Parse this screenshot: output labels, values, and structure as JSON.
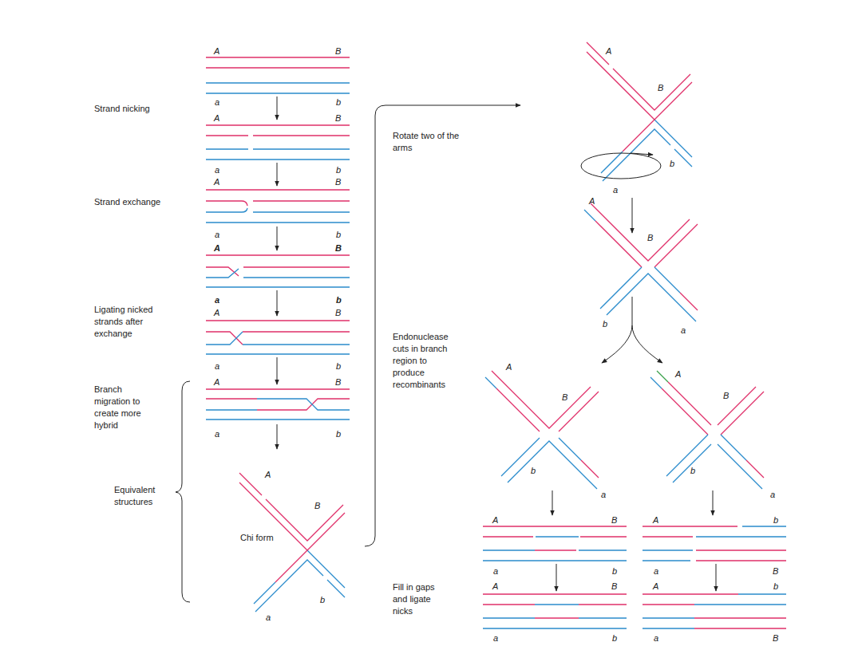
{
  "diagram": {
    "labels": [
      "A",
      "B",
      "Strand nicking",
      "a",
      "b",
      "A",
      "B",
      "a",
      "b",
      "A",
      "B",
      "Strand exchange",
      "a",
      "b",
      "A",
      "B",
      "a",
      "b",
      "Ligating nicked strands after exchange",
      "A",
      "B",
      "a",
      "b",
      "A",
      "B",
      "Branch migration to create more hybrid",
      "a",
      "b",
      "A",
      "Equivalent structures",
      "B",
      "Chi form",
      "b",
      "a",
      "A",
      "B",
      "Rotate two of the arms",
      "b",
      "a",
      "A",
      "B",
      "b",
      "Endonuclease cuts in branch region to produce recombinants",
      "a",
      "A",
      "A",
      "B",
      "B",
      "b",
      "b",
      "a",
      "a",
      "A",
      "B",
      "A",
      "b",
      "a",
      "b",
      "a",
      "B",
      "A",
      "B",
      "A",
      "b",
      "Fill in gaps and ligate nicks",
      "a",
      "b",
      "a",
      "B"
    ]
  }
}
